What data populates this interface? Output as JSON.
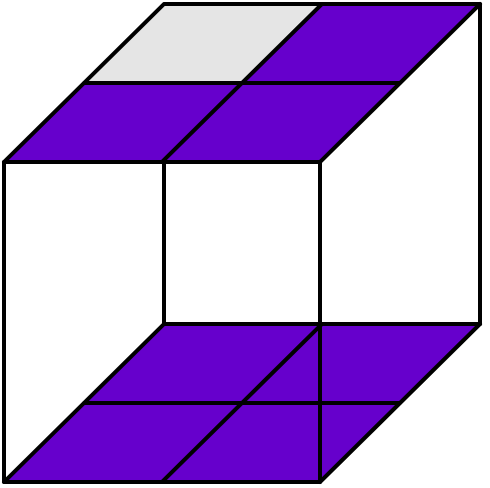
{
  "figure": {
    "subject": "cube-of-unit-cubes",
    "colors": {
      "filled": "#6600cc",
      "highlight": "#e5e5e5",
      "empty": "#ffffff",
      "stroke": "#000000"
    },
    "top_layer": {
      "grid": "2x2",
      "cells": [
        {
          "row": "back",
          "col": "left",
          "fill": "highlight"
        },
        {
          "row": "back",
          "col": "right",
          "fill": "filled"
        },
        {
          "row": "front",
          "col": "left",
          "fill": "filled"
        },
        {
          "row": "front",
          "col": "right",
          "fill": "filled"
        }
      ]
    },
    "bottom_layer": {
      "grid": "2x2",
      "cells": [
        {
          "row": "back",
          "col": "left",
          "fill": "filled"
        },
        {
          "row": "back",
          "col": "right",
          "fill": "filled"
        },
        {
          "row": "front",
          "col": "left",
          "fill": "filled"
        },
        {
          "row": "front",
          "col": "right",
          "fill": "filled"
        }
      ]
    }
  }
}
